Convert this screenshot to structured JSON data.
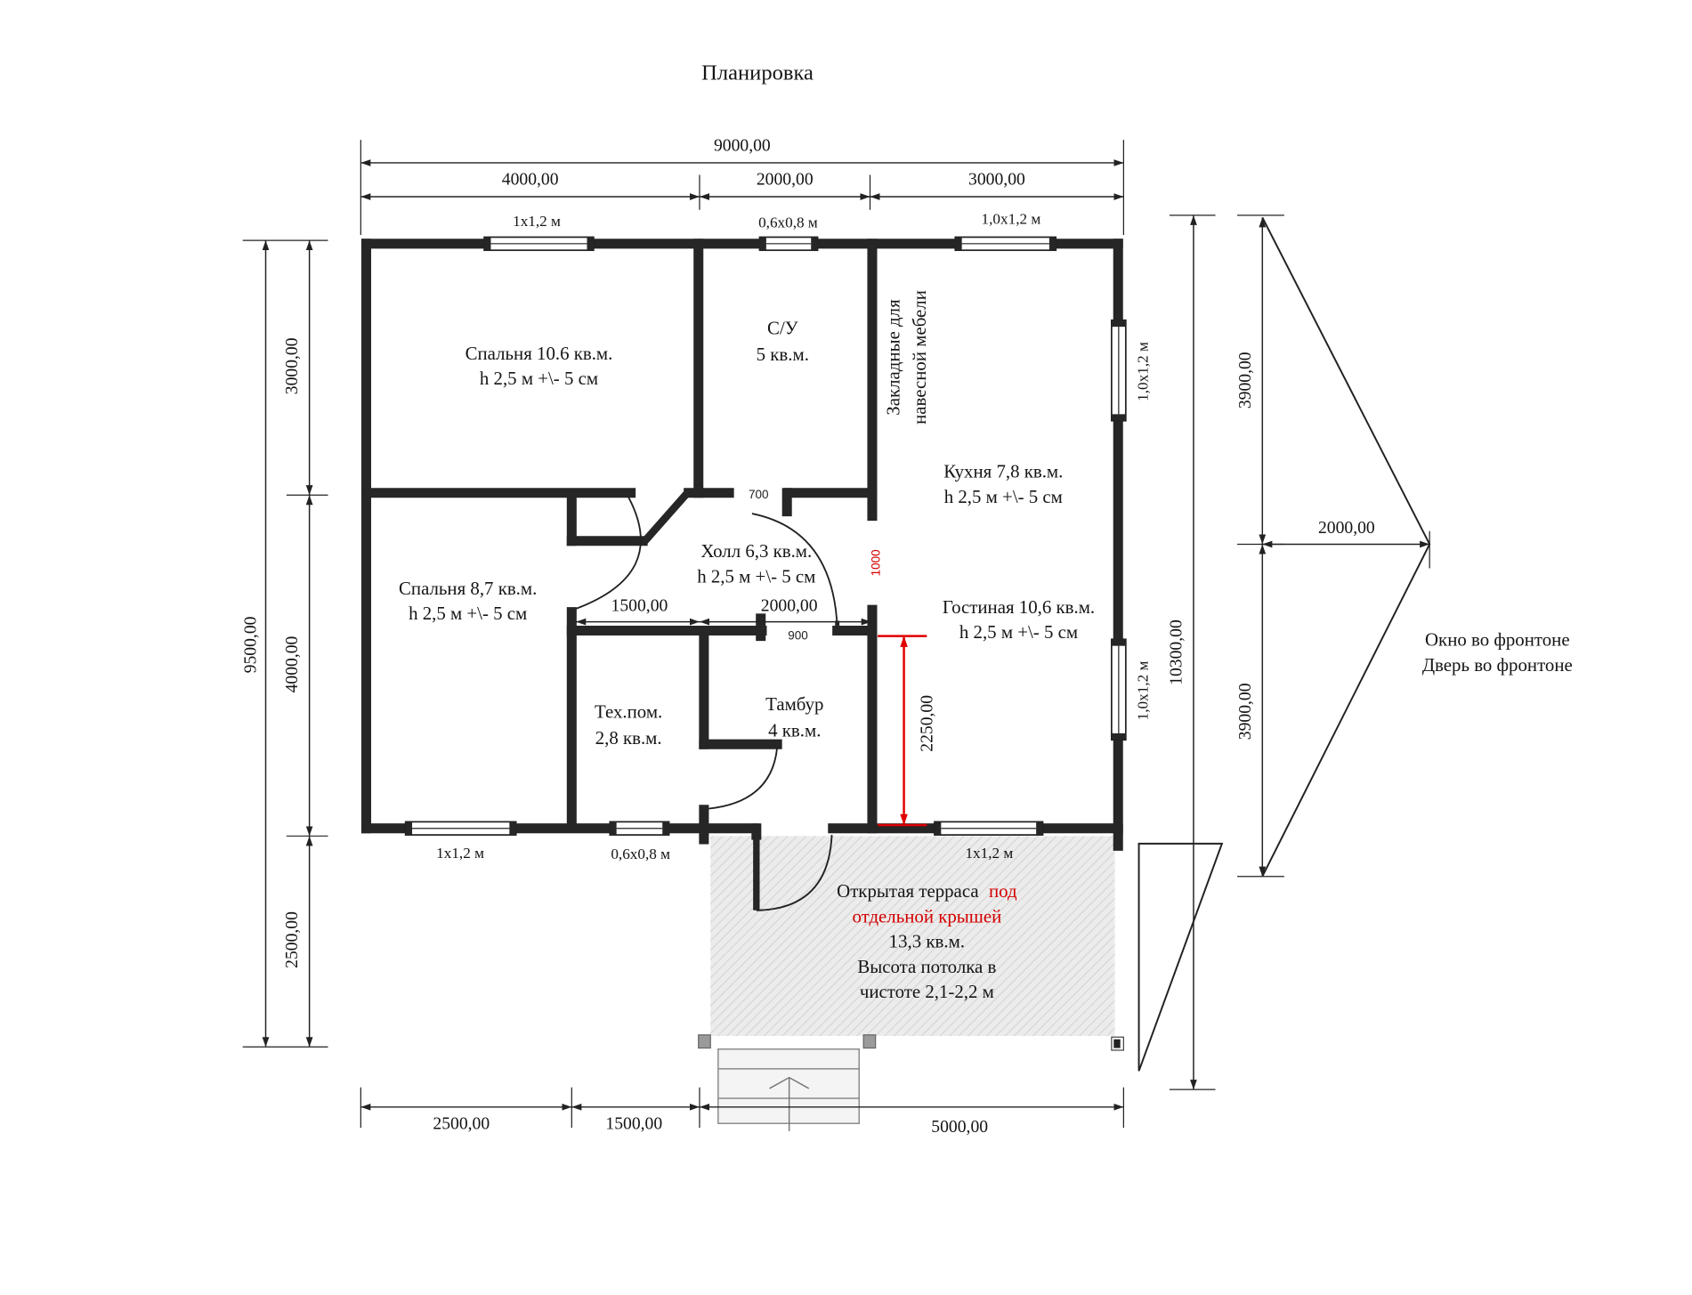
{
  "title": "Планировка",
  "dimensions": {
    "top_total": "9000,00",
    "top_segments": [
      "4000,00",
      "2000,00",
      "3000,00"
    ],
    "left_total": "9500,00",
    "left_segments": [
      "3000,00",
      "4000,00",
      "2500,00"
    ],
    "right_total": "10300,00",
    "gable_heights": [
      "3900,00",
      "3900,00"
    ],
    "gable_half_width": "2000,00",
    "bottom_segments": [
      "2500,00",
      "1500,00",
      "5000,00"
    ],
    "hall_segments": [
      "1500,00",
      "2000,00"
    ],
    "living_room_height_mark": "2250,00",
    "openings": {
      "bathroom_door": "700",
      "kitchen_opening": "1000",
      "hall_door": "900"
    }
  },
  "windows": {
    "top": [
      "1х1,2 м",
      "0,6х0,8 м",
      "1,0х1,2 м"
    ],
    "right": [
      "1,0х1,2 м",
      "1,0х1,2 м"
    ],
    "bottom": [
      "1х1,2 м",
      "0,6х0,8 м",
      "1х1,2 м"
    ]
  },
  "rooms": [
    {
      "line1": "Спальня 10.6 кв.м.",
      "line2": "h 2,5 м +\\- 5 см"
    },
    {
      "line1": "С/У",
      "line2": "5 кв.м."
    },
    {
      "line1": "Кухня 7,8 кв.м.",
      "line2": "h 2,5 м +\\- 5 см"
    },
    {
      "line1": "Холл 6,3 кв.м.",
      "line2": "h 2,5 м +\\- 5 см"
    },
    {
      "line1": "Спальня 8,7 кв.м.",
      "line2": "h 2,5 м +\\- 5 см"
    },
    {
      "line1": "Гостиная 10,6 кв.м.",
      "line2": "h 2,5 м +\\- 5 см"
    },
    {
      "line1": "Тех.пом.",
      "line2": "2,8 кв.м."
    },
    {
      "line1": "Тамбур",
      "line2": "4 кв.м."
    }
  ],
  "furniture_note": [
    "Закладные для",
    "навесной мебели"
  ],
  "terrace": {
    "line1": "Открытая терраса",
    "line1_accent": "под",
    "line2_accent": "отдельной крышей",
    "area": "13,3 кв.м.",
    "ceiling_1": "Высота потолка в",
    "ceiling_2": "чистоте 2,1-2,2 м"
  },
  "gable_note": [
    "Окно во фронтоне",
    "Дверь во фронтоне"
  ],
  "colors": {
    "wall": "#262626",
    "accent": "#d40000",
    "terrace_fill": "#e8e8e8"
  }
}
